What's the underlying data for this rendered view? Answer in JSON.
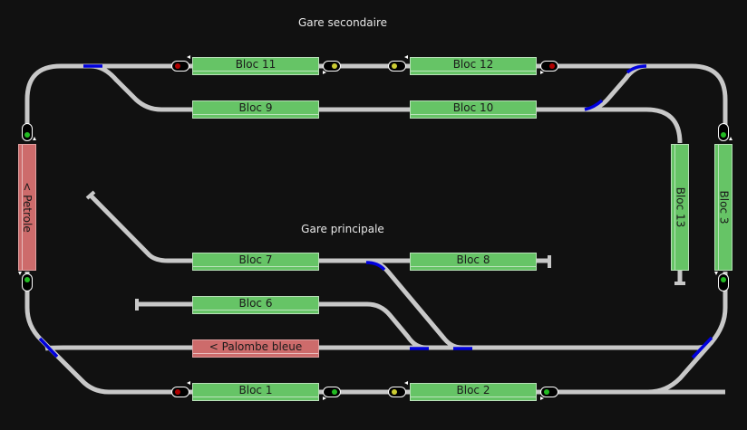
{
  "stations": {
    "secondary": "Gare secondaire",
    "main": "Gare principale"
  },
  "colors": {
    "background": "#111111",
    "track": "#c8c8c8",
    "turnout_active": "#0000dd",
    "block_free": "#66c466",
    "block_occupied": "#cd6b6b",
    "lamp_red": "#b00000",
    "lamp_yellow": "#cccc33",
    "lamp_green": "#22bb22"
  },
  "blocks": [
    {
      "id": "bloc11",
      "label": "Bloc 11",
      "state": "free"
    },
    {
      "id": "bloc12",
      "label": "Bloc 12",
      "state": "free"
    },
    {
      "id": "bloc9",
      "label": "Bloc 9",
      "state": "free"
    },
    {
      "id": "bloc10",
      "label": "Bloc 10",
      "state": "free"
    },
    {
      "id": "petrole",
      "label": "< Petrole",
      "state": "occupied"
    },
    {
      "id": "bloc13",
      "label": "Bloc 13",
      "state": "free"
    },
    {
      "id": "bloc3",
      "label": "Bloc 3",
      "state": "free"
    },
    {
      "id": "bloc7",
      "label": "Bloc 7",
      "state": "free"
    },
    {
      "id": "bloc8",
      "label": "Bloc 8",
      "state": "free"
    },
    {
      "id": "bloc6",
      "label": "Bloc 6",
      "state": "free"
    },
    {
      "id": "palombe",
      "label": "< Palombe bleue",
      "state": "occupied"
    },
    {
      "id": "bloc1",
      "label": "Bloc 1",
      "state": "free"
    },
    {
      "id": "bloc2",
      "label": "Bloc 2",
      "state": "free"
    }
  ],
  "signals": [
    {
      "id": "sig-bloc11-left",
      "aspect": "red"
    },
    {
      "id": "sig-bloc11-right",
      "aspect": "yellow"
    },
    {
      "id": "sig-bloc12-left",
      "aspect": "yellow"
    },
    {
      "id": "sig-bloc12-right",
      "aspect": "red"
    },
    {
      "id": "sig-petrole-top",
      "aspect": "green"
    },
    {
      "id": "sig-petrole-bottom",
      "aspect": "green"
    },
    {
      "id": "sig-bloc3-top",
      "aspect": "green"
    },
    {
      "id": "sig-bloc3-bottom",
      "aspect": "green"
    },
    {
      "id": "sig-bloc1-left",
      "aspect": "red"
    },
    {
      "id": "sig-bloc1-right",
      "aspect": "green"
    },
    {
      "id": "sig-bloc2-left",
      "aspect": "yellow"
    },
    {
      "id": "sig-bloc2-right",
      "aspect": "green"
    }
  ]
}
